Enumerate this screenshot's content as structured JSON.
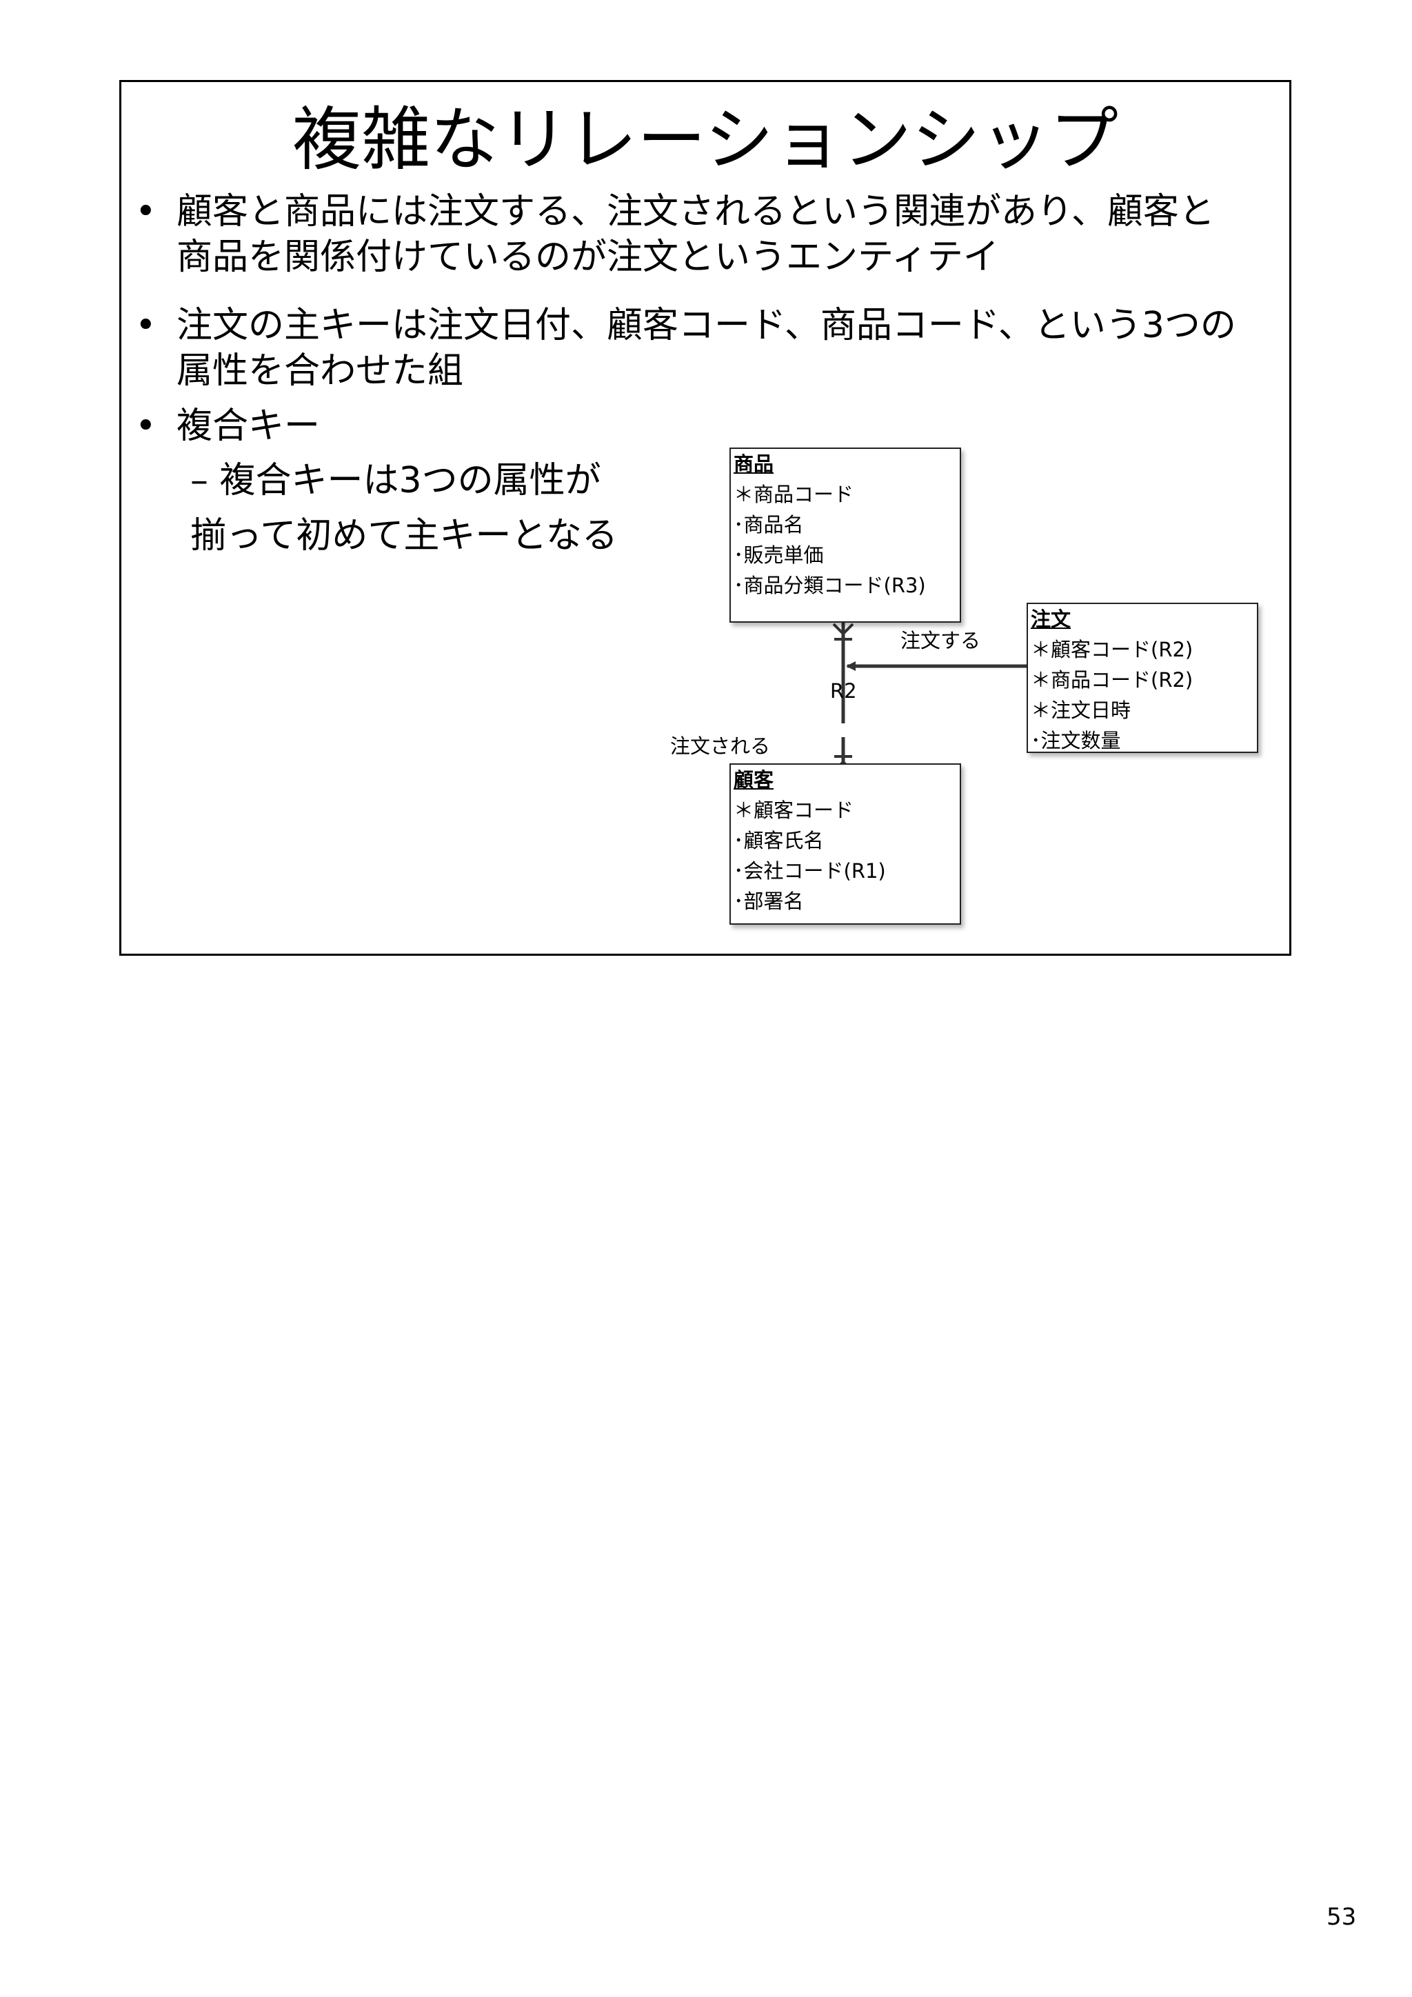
{
  "slide": {
    "title": "複雑なリレーションシップ",
    "bullets": [
      {
        "mark": "•",
        "text": "顧客と商品には注文する、注文されるという関連があり、顧客と商品を関係付けているのが注文というエンティテイ"
      },
      {
        "mark": "•",
        "text": "注文の主キーは注文日付、顧客コード、商品コード、という3つの属性を合わせた組"
      },
      {
        "mark": "•",
        "text": "複合キー"
      }
    ],
    "sub_bullet": {
      "line1": "– 複合キーは3つの属性が",
      "line2": "揃って初めて主キーとなる"
    }
  },
  "erd": {
    "entities": {
      "product": {
        "name": "商品",
        "attributes": [
          "＊商品コード",
          "･商品名",
          "･販売単価",
          "･商品分類コード(R3)"
        ]
      },
      "order": {
        "name": "注文",
        "attributes": [
          "＊顧客コード(R2)",
          "＊商品コード(R2)",
          "＊注文日時",
          "･注文数量"
        ]
      },
      "customer": {
        "name": "顧客",
        "attributes": [
          "＊顧客コード",
          "･顧客氏名",
          "･会社コード(R1)",
          "･部署名"
        ]
      }
    },
    "relationship": {
      "id": "R2",
      "label_order": "注文する",
      "label_ordered": "注文される"
    }
  },
  "page_number": "53"
}
